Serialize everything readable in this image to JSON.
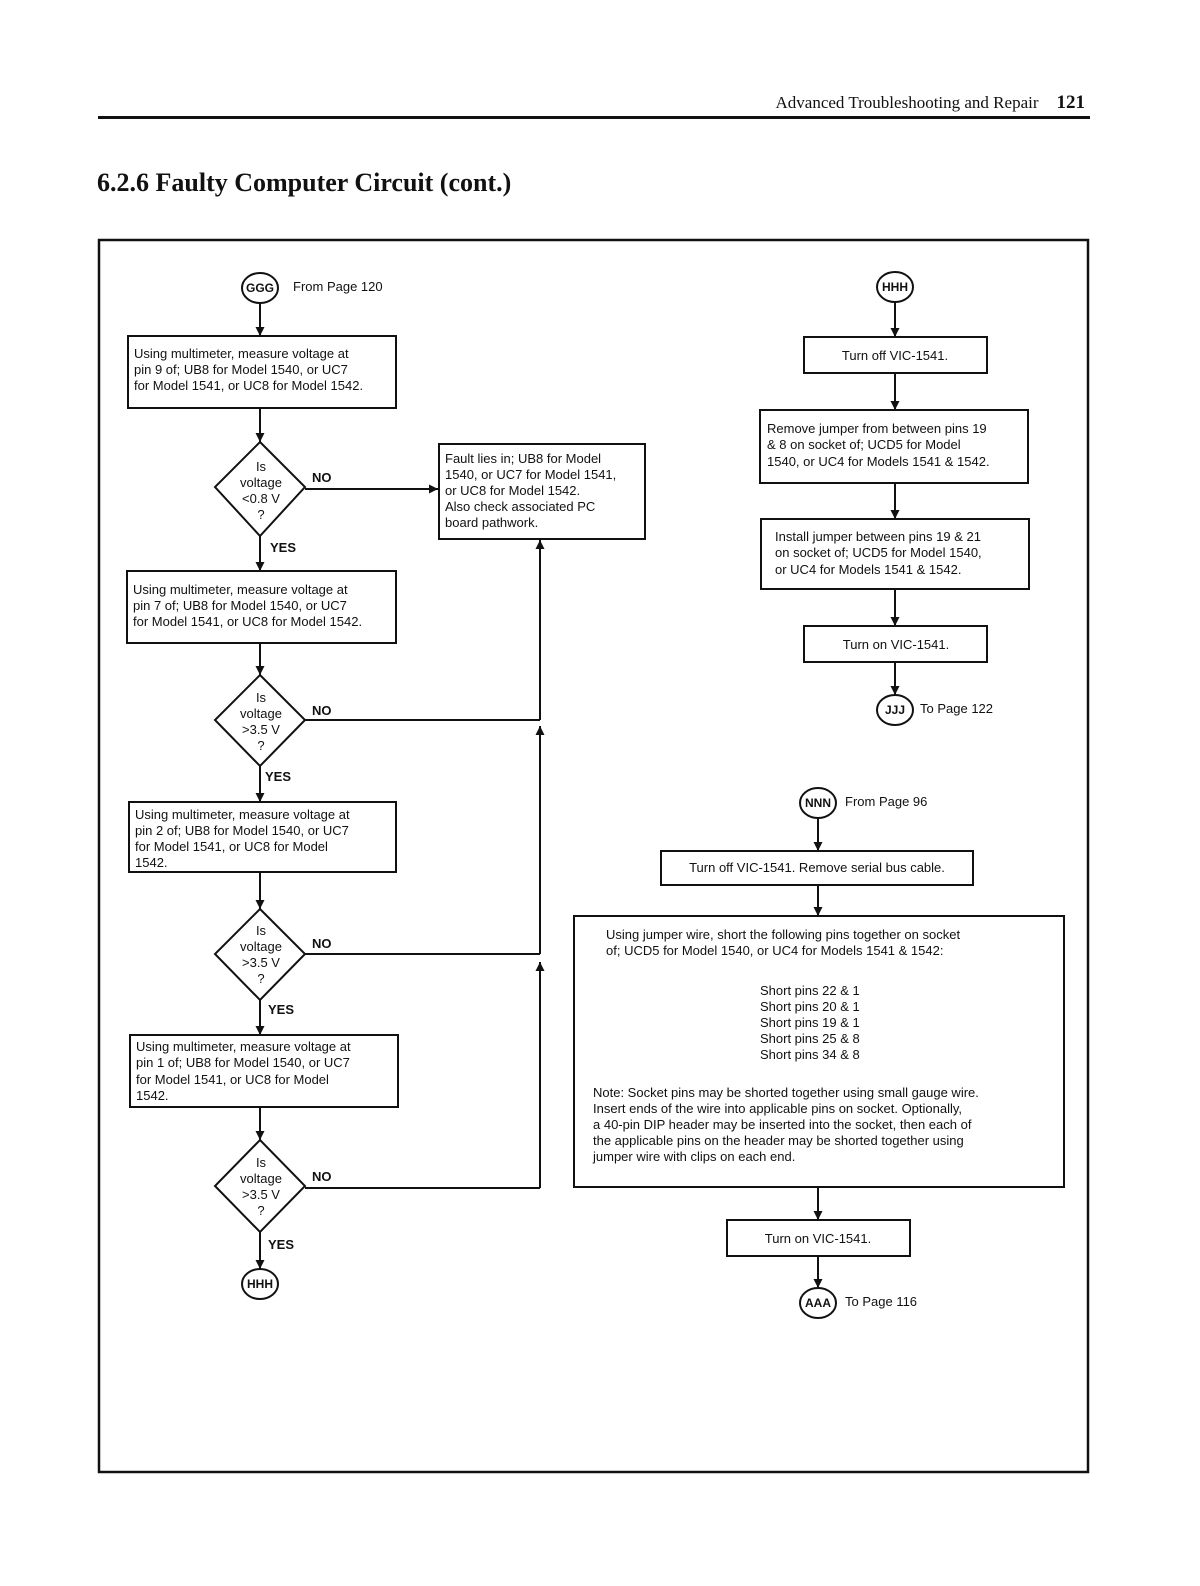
{
  "header": {
    "running_title": "Advanced Troubleshooting and Repair",
    "page_number": "121"
  },
  "section_title": "6.2.6  Faulty Computer Circuit (cont.)",
  "connectors": {
    "ggg": "GGG",
    "ggg_note": "From Page 120",
    "hhh_top": "HHH",
    "hhh_bottom": "HHH",
    "jjj": "JJJ",
    "jjj_note": "To Page 122",
    "nnn": "NNN",
    "nnn_note": "From Page 96",
    "aaa": "AAA",
    "aaa_note": "To Page 116"
  },
  "left": {
    "m1": [
      "Using multimeter, measure voltage at",
      "pin 9 of; UB8 for Model 1540, or UC7",
      "for Model 1541, or UC8 for Model 1542."
    ],
    "d1": [
      "Is",
      "voltage",
      "<0.8 V",
      "?"
    ],
    "m2": [
      "Using multimeter, measure voltage at",
      "pin 7 of; UB8 for Model 1540, or UC7",
      "for Model 1541, or UC8 for Model 1542."
    ],
    "d2": [
      "Is",
      "voltage",
      ">3.5 V",
      "?"
    ],
    "m3": [
      "Using multimeter, measure voltage at",
      "pin 2 of; UB8 for Model 1540, or UC7",
      "for Model 1541, or UC8 for Model",
      "1542."
    ],
    "d3": [
      "Is",
      "voltage",
      ">3.5 V",
      "?"
    ],
    "m4": [
      "Using multimeter, measure voltage at",
      "pin 1 of; UB8 for Model 1540, or UC7",
      "for Model 1541, or UC8 for Model",
      "1542."
    ],
    "d4": [
      "Is",
      "voltage",
      ">3.5 V",
      "?"
    ],
    "fault": [
      "Fault lies in; UB8 for Model",
      "1540, or UC7 for Model 1541,",
      "or UC8 for Model 1542.",
      "Also check associated PC",
      "board pathwork."
    ]
  },
  "labels": {
    "yes": "YES",
    "no": "NO"
  },
  "right_top": {
    "b1": "Turn off VIC-1541.",
    "b2": [
      "Remove jumper from between pins 19",
      "& 8 on socket of; UCD5  for Model",
      "1540, or UC4 for Models 1541 & 1542."
    ],
    "b3": [
      "Install jumper between pins 19 & 21",
      "on socket of; UCD5 for  Model 1540,",
      "or UC4 for Models 1541 & 1542."
    ],
    "b4": "Turn on VIC-1541."
  },
  "right_bottom": {
    "b1": "Turn off VIC-1541.  Remove serial bus cable.",
    "intro": [
      "Using jumper wire, short the following pins together on socket",
      "of; UCD5 for Model 1540, or UC4 for Models 1541 & 1542:"
    ],
    "shorts": [
      "Short pins 22 & 1",
      "Short pins 20 & 1",
      "Short pins 19 & 1",
      "Short pins 25 & 8",
      "Short pins 34 & 8"
    ],
    "note": [
      "Note: Socket pins may be shorted together using small gauge wire.",
      "Insert ends of the wire into applicable pins on socket.  Optionally,",
      "a 40-pin DIP header may be inserted into the socket, then each of",
      "the applicable pins on the header may be shorted together using",
      "jumper wire with clips on each end."
    ],
    "b3": "Turn on VIC-1541."
  }
}
